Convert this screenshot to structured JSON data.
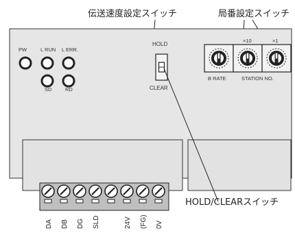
{
  "callouts": {
    "baud_switch": "伝送速度設定スイッチ",
    "station_switch": "局番設定スイッチ",
    "hold_clear_switch": "HOLD/CLEARスイッチ"
  },
  "leds": {
    "pw": "PW",
    "lrun": "L RUN",
    "lerr": "L ERR.",
    "sd": "SD",
    "rd": "RD"
  },
  "hold_switch": {
    "top": "HOLD",
    "bottom": "CLEAR"
  },
  "rotary": {
    "x10": "×10",
    "x1": "×1",
    "b_rate": "B RATE",
    "station_no": "STATION NO."
  },
  "terminals": [
    "DA",
    "DB",
    "DG",
    "SLD",
    "24V",
    "(FG)",
    "0V"
  ]
}
